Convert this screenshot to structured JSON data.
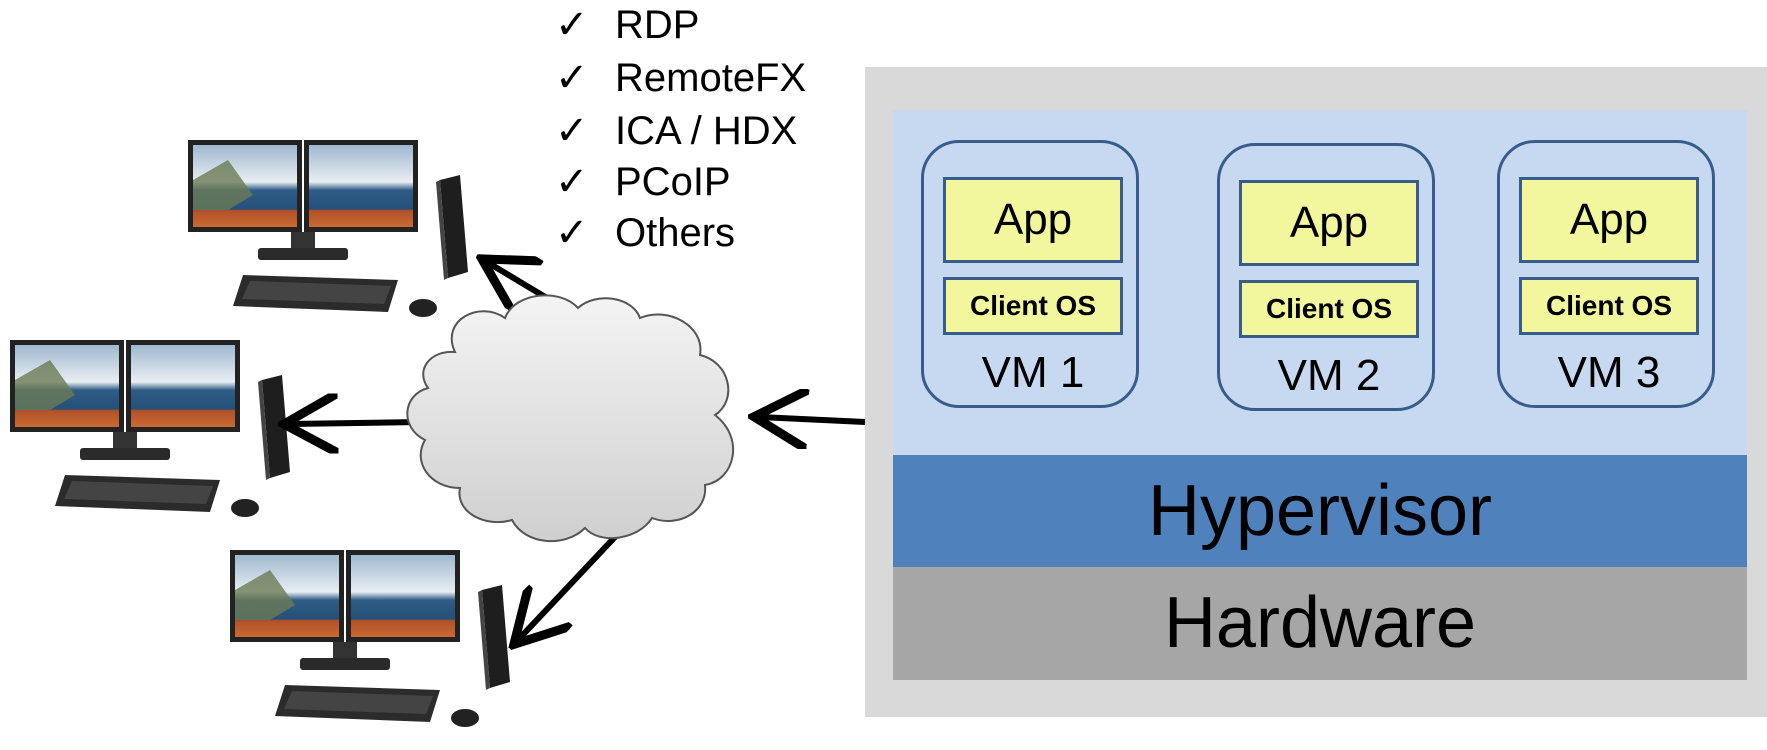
{
  "protocols": {
    "check_symbol": "✓",
    "items": [
      "RDP",
      "RemoteFX",
      "ICA / HDX",
      "PCoIP",
      "Others"
    ]
  },
  "server": {
    "vms": [
      {
        "app": "App",
        "os": "Client OS",
        "label": "VM 1"
      },
      {
        "app": "App",
        "os": "Client OS",
        "label": "VM 2"
      },
      {
        "app": "App",
        "os": "Client OS",
        "label": "VM 3"
      }
    ],
    "hypervisor": "Hypervisor",
    "hardware": "Hardware"
  },
  "clients": [
    {
      "icon": "thin-client-workstation-icon"
    },
    {
      "icon": "thin-client-workstation-icon"
    },
    {
      "icon": "thin-client-workstation-icon"
    }
  ],
  "network": {
    "icon": "cloud-icon"
  },
  "colors": {
    "server_bg": "#d9d9d9",
    "vm_area": "#c6d9f1",
    "hypervisor": "#4f81bd",
    "hardware": "#a6a6a6",
    "app_box": "#f2f79e",
    "border": "#385d8a"
  }
}
